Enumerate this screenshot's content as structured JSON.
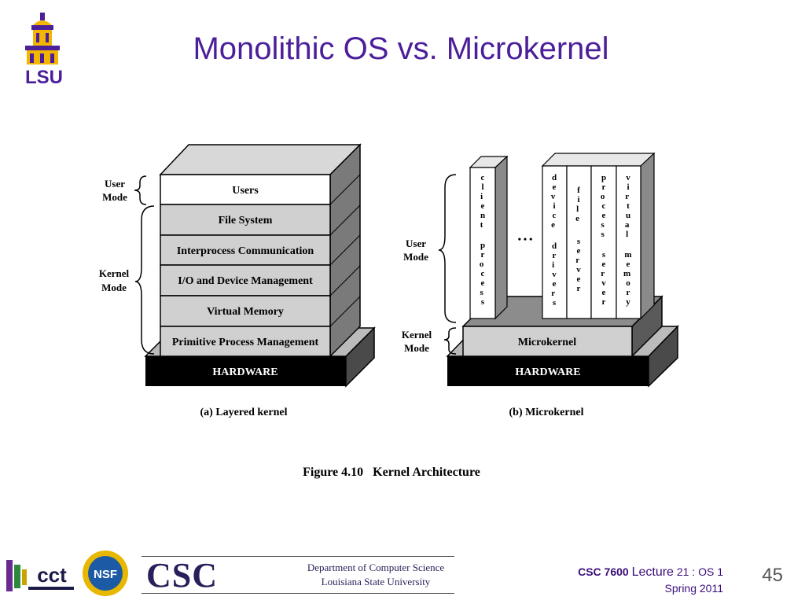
{
  "slide": {
    "title": "Monolithic OS vs. Microkernel",
    "number": "45"
  },
  "logo": {
    "text": "LSU"
  },
  "figure": {
    "caption": "Figure 4.10   Kernel Architecture",
    "layered": {
      "subcaption": "(a) Layered kernel",
      "mode_user": [
        "User",
        "Mode"
      ],
      "mode_kernel": [
        "Kernel",
        "Mode"
      ],
      "layers": [
        "Users",
        "File System",
        "Interprocess Communication",
        "I/O and Device Management",
        "Virtual Memory",
        "Primitive Process Management"
      ],
      "hardware": "HARDWARE"
    },
    "micro": {
      "subcaption": "(b) Microkernel",
      "mode_user": [
        "User",
        "Mode"
      ],
      "mode_kernel": [
        "Kernel",
        "Mode"
      ],
      "ellipsis": "• • •",
      "columns": [
        {
          "label": "client process",
          "lines": [
            "client",
            "process"
          ]
        },
        {
          "label": "device drivers",
          "lines": [
            "device",
            "drivers"
          ]
        },
        {
          "label": "file server",
          "lines": [
            "file",
            "server"
          ]
        },
        {
          "label": "process server",
          "lines": [
            "process",
            "server"
          ]
        },
        {
          "label": "virtual memory",
          "lines": [
            "virtual",
            "memory"
          ]
        }
      ],
      "kernel": "Microkernel",
      "hardware": "HARDWARE"
    }
  },
  "footer": {
    "cct": "cct",
    "nsf": "NSF",
    "csc_logo": "CSC",
    "dept_line1": "Department of Computer Science",
    "dept_line2": "Louisiana State University",
    "course_code": "CSC 7600",
    "lecture_word": "Lecture",
    "lecture_num": "21 : OS 1",
    "term": "Spring 2011"
  },
  "colors": {
    "title": "#4b1f9a",
    "layer_gray": "#d0d0d0",
    "side_gray": "#7a7a7a",
    "hardware": "#000000",
    "footer_text": "#3a0d7a"
  }
}
